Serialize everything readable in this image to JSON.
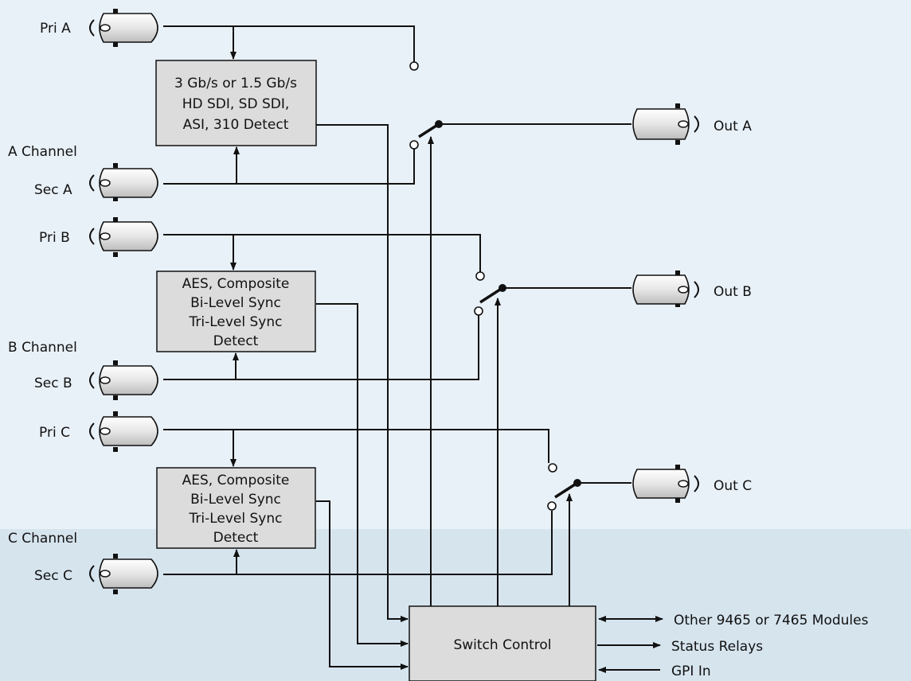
{
  "inputs": {
    "pri_a": "Pri A",
    "sec_a": "Sec A",
    "pri_b": "Pri B",
    "sec_b": "Sec B",
    "pri_c": "Pri C",
    "sec_c": "Sec C"
  },
  "channels": {
    "a": "A Channel",
    "b": "B Channel",
    "c": "C Channel"
  },
  "outputs": {
    "a": "Out A",
    "b": "Out B",
    "c": "Out C"
  },
  "detect_a": [
    "3 Gb/s or 1.5 Gb/s",
    "HD SDI, SD SDI,",
    "ASI, 310 Detect"
  ],
  "detect_b": [
    "AES, Composite",
    "Bi-Level Sync",
    "Tri-Level Sync",
    "Detect"
  ],
  "detect_c": [
    "AES, Composite",
    "Bi-Level Sync",
    "Tri-Level Sync",
    "Detect"
  ],
  "switch_control": "Switch Control",
  "right_io": {
    "other_modules": "Other 9465 or 7465 Modules",
    "status_relays": "Status Relays",
    "gpi_in": "GPI In"
  },
  "colors": {
    "background": "#e9f1f8",
    "background_lower": "#d6e4ee",
    "box_fill": "#dcdcdc",
    "connector_fill": "#e8e8e8"
  }
}
